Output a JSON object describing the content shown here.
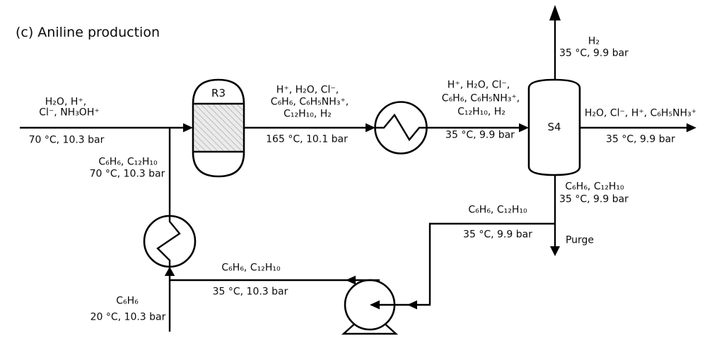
{
  "title": "(c) Aniline production",
  "colors": {
    "line": "#000000",
    "hatch_background": "#ebebeb",
    "hatch_line": "#9f9f9f"
  },
  "equipment": {
    "reactor": {
      "label": "R3"
    },
    "separator": {
      "label": "S4"
    },
    "heat_exchanger_1": {
      "name": "cooler"
    },
    "heat_exchanger_2": {
      "name": "heater"
    },
    "pump": {
      "name": "recycle-pump"
    }
  },
  "streams": {
    "aqueous_feed": {
      "line1": "H₂O, H⁺,",
      "line2": "Cl⁻, NH₃OH⁺",
      "conditions": "70 °C, 10.3 bar"
    },
    "recycle_to_reactor": {
      "line1": "C₆H₆, C₁₂H₁₀",
      "conditions": "70 °C, 10.3 bar"
    },
    "reactor_effluent": {
      "line1": "H⁺, H₂O, Cl⁻,",
      "line2": "C₆H₆, C₆H₅NH₃⁺,",
      "line3": "C₁₂H₁₀, H₂",
      "conditions": "165 °C, 10.1 bar"
    },
    "cooled_effluent": {
      "line1": "H⁺, H₂O, Cl⁻,",
      "line2": "C₆H₆, C₆H₅NH₃⁺,",
      "line3": "C₁₂H₁₀, H₂",
      "conditions": "35 °C, 9.9 bar"
    },
    "hydrogen_offgas": {
      "line1": "H₂",
      "conditions": "35 °C, 9.9 bar"
    },
    "aniline_product": {
      "line1": "H₂O, Cl⁻, H⁺, C₆H₅NH₃⁺",
      "conditions": "35 °C, 9.9 bar"
    },
    "separator_bottoms": {
      "line1": "C₆H₆, C₁₂H₁₀",
      "conditions": "35 °C, 9.9 bar"
    },
    "purge": {
      "label": "Purge"
    },
    "recycle_suction": {
      "line1": "C₆H₆, C₁₂H₁₀",
      "conditions": "35 °C, 9.9 bar"
    },
    "recycle_discharge": {
      "line1": "C₆H₆, C₁₂H₁₀",
      "conditions": "35 °C, 10.3 bar"
    },
    "benzene_feed": {
      "line1": "C₆H₆",
      "conditions": "20 °C, 10.3 bar"
    }
  }
}
